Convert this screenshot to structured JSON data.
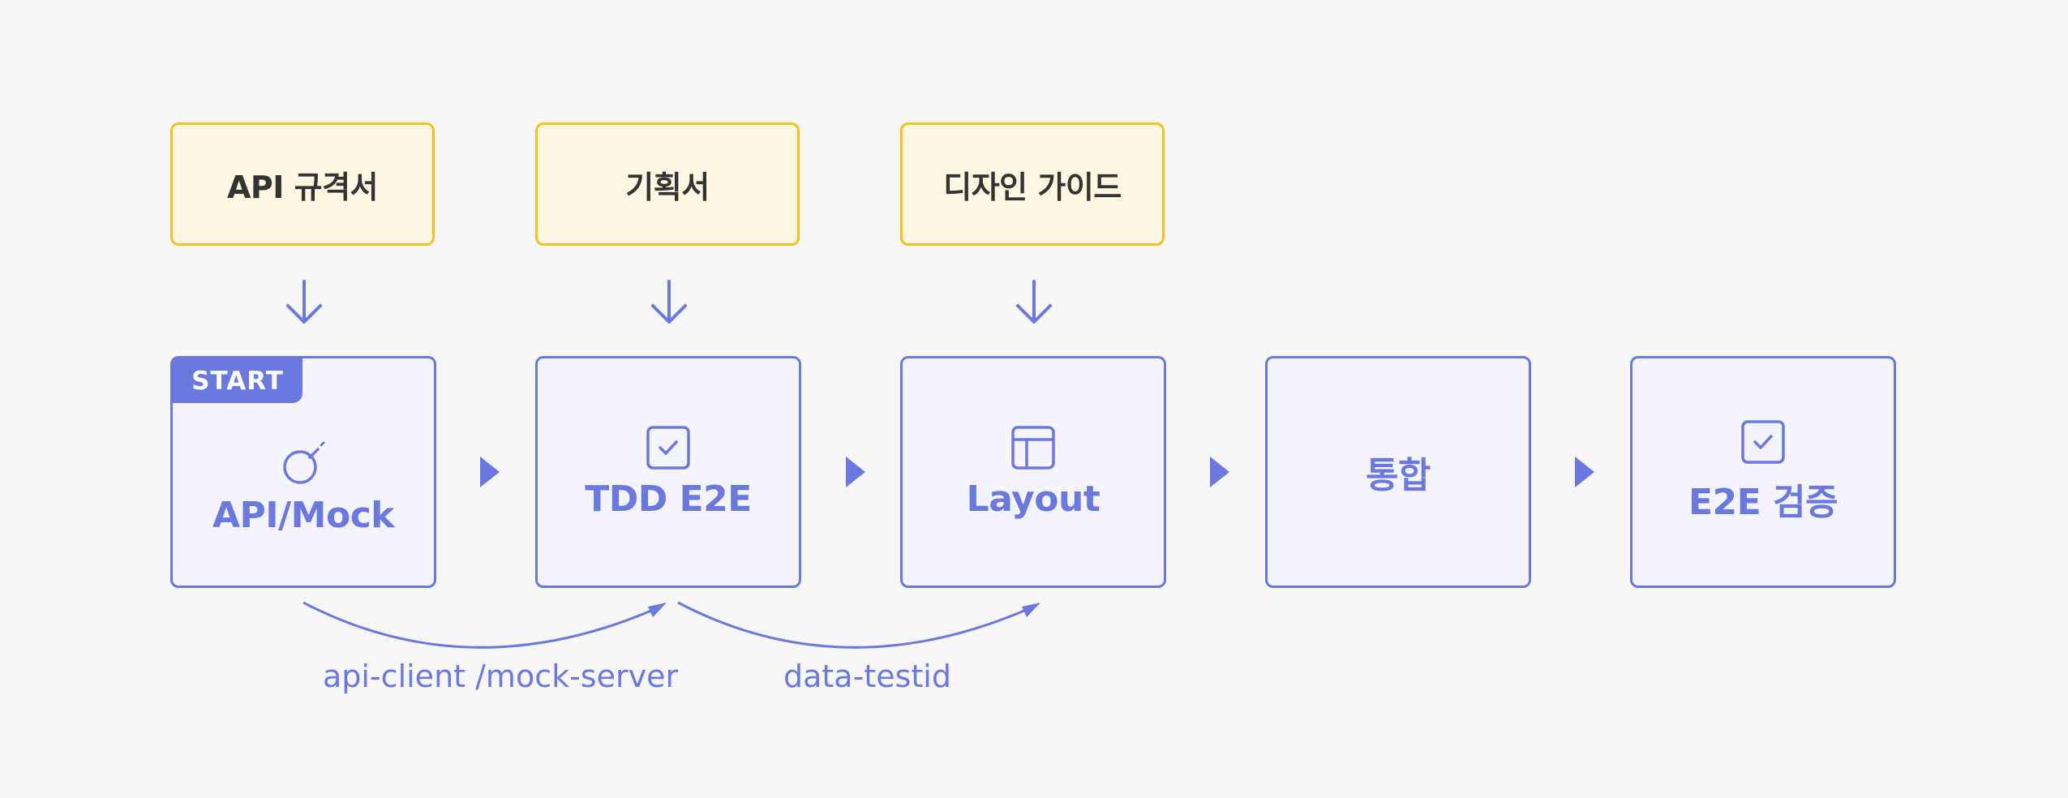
{
  "inputs": [
    {
      "label": "API 규격서"
    },
    {
      "label": "기획서"
    },
    {
      "label": "디자인 가이드"
    }
  ],
  "steps": [
    {
      "label": "API/Mock",
      "icon": "search-icon"
    },
    {
      "label": "TDD E2E",
      "icon": "checkbox-icon"
    },
    {
      "label": "Layout",
      "icon": "layout-icon"
    },
    {
      "label": "통합",
      "icon": ""
    },
    {
      "label": "E2E 검증",
      "icon": "checkbox-icon"
    }
  ],
  "badge": {
    "label": "START"
  },
  "connectors": [
    {
      "label": "api-client /mock-server"
    },
    {
      "label": "data-testid"
    }
  ],
  "colors": {
    "accent": "#6b78e0",
    "input_fill": "#fef8e3",
    "input_border": "#fbbf24",
    "step_fill": "#f3f4fc",
    "background": "#f7f7f8"
  }
}
